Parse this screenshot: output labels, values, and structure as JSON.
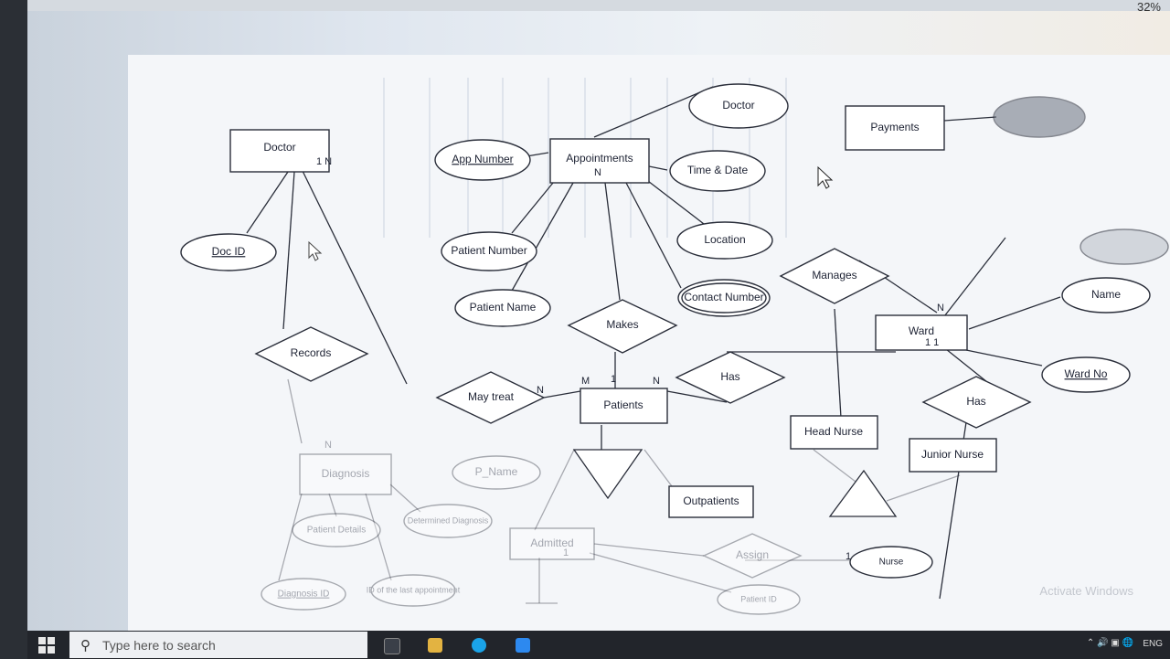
{
  "viewer": {
    "zoom": "32%"
  },
  "taskbar": {
    "search_placeholder": "Type here to search",
    "language": "ENG"
  },
  "watermark": "Activate Windows",
  "diagram": {
    "entities": {
      "doctor": "Doctor",
      "appointments": "Appointments",
      "payments": "Payments",
      "patients": "Patients",
      "ward": "Ward",
      "head_nurse": "Head Nurse",
      "junior_nurse": "Junior Nurse",
      "outpatients": "Outpatients",
      "diagnosis": "Diagnosis",
      "admitted": "Admitted"
    },
    "attributes": {
      "doc_id": "Doc ID",
      "app_number": "App Number",
      "doctor_attr": "Doctor",
      "time_date": "Time & Date",
      "location": "Location",
      "contact_number": "Contact Number",
      "patient_number": "Patient Number",
      "patient_name": "Patient Name",
      "p_name": "P_Name",
      "ward_name": "Name",
      "ward_no": "Ward No",
      "patient_details": "Patient Details",
      "determined_diagnosis": "Determined Diagnosis",
      "diagnosis_id": "Diagnosis ID",
      "id_last_appointment": "ID of the last appointment",
      "nurse": "Nurse",
      "patient_id": "Patient ID"
    },
    "relationships": {
      "records": "Records",
      "makes": "Makes",
      "may_treat": "May treat",
      "has_1": "Has",
      "has_2": "Has",
      "manages": "Manages",
      "assign": "Assign"
    },
    "cardinalities": {
      "doctor": "1 N",
      "appointments_n": "N",
      "may_treat_n": "N",
      "m": "M",
      "patients_1": "1",
      "patients_n": "N",
      "ward_n": "N",
      "ward_11": "1  1",
      "diagnosis_n": "N",
      "admitted_1": "1",
      "nurse_1": "1"
    }
  }
}
